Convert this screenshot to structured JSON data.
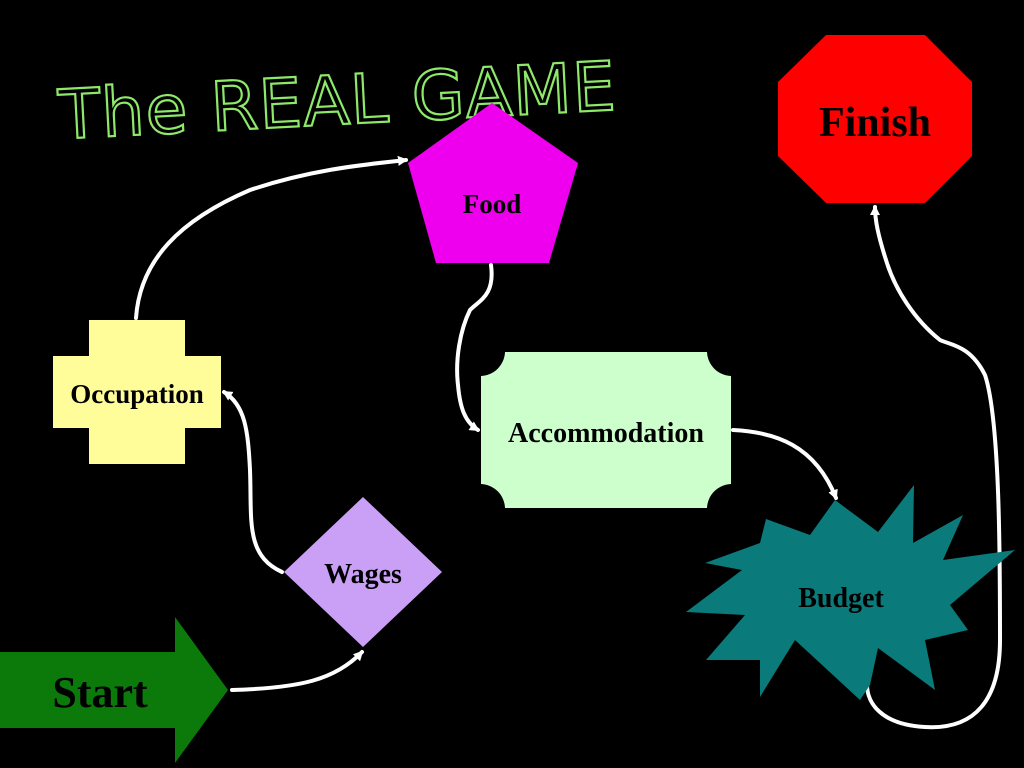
{
  "title": "The REAL GAME",
  "colors": {
    "background": "#000000",
    "title_outline": "#8ee86a",
    "arrow": "#ffffff",
    "start": "#0b7a0b",
    "occupation": "#fffc9a",
    "food": "#ee00ee",
    "wages": "#c9a0f5",
    "accommodation": "#ccffcc",
    "budget": "#0b7a7a",
    "finish": "#ff0000"
  },
  "nodes": {
    "start": {
      "label": "Start",
      "shape": "right-arrow"
    },
    "occupation": {
      "label": "Occupation",
      "shape": "plus"
    },
    "food": {
      "label": "Food",
      "shape": "pentagon"
    },
    "wages": {
      "label": "Wages",
      "shape": "diamond"
    },
    "accommodation": {
      "label": "Accommodation",
      "shape": "plaque"
    },
    "budget": {
      "label": "Budget",
      "shape": "explosion"
    },
    "finish": {
      "label": "Finish",
      "shape": "octagon"
    }
  },
  "connectors": [
    {
      "from": "Start",
      "to": "Wages"
    },
    {
      "from": "Wages",
      "to": "Occupation"
    },
    {
      "from": "Occupation",
      "to": "Food"
    },
    {
      "from": "Food",
      "to": "Accommodation"
    },
    {
      "from": "Accommodation",
      "to": "Budget"
    },
    {
      "from": "Budget",
      "to": "Finish"
    }
  ]
}
